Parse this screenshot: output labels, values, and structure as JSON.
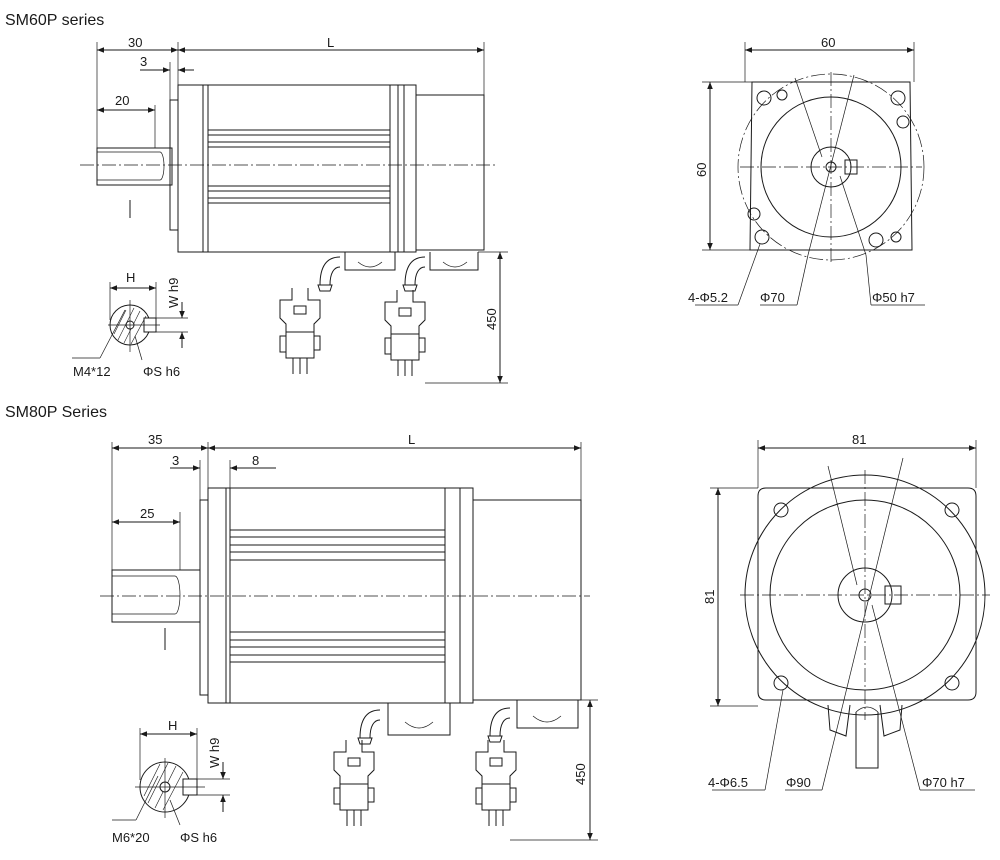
{
  "sm60": {
    "title": "SM60P series",
    "side": {
      "d30": "30",
      "dL": "L",
      "d3": "3",
      "d20": "20",
      "d450": "450"
    },
    "shaft": {
      "H": "H",
      "W": "W h9",
      "M": "M4*12",
      "S": "ΦS h6"
    },
    "front": {
      "w": "60",
      "h": "60",
      "holes": "4-Φ5.2",
      "pcd": "Φ70",
      "pilot": "Φ50 h7"
    }
  },
  "sm80": {
    "title": "SM80P Series",
    "side": {
      "d35": "35",
      "dL": "L",
      "d3": "3",
      "d8": "8",
      "d25": "25",
      "d450": "450"
    },
    "shaft": {
      "H": "H",
      "W": "W h9",
      "M": "M6*20",
      "S": "ΦS h6"
    },
    "front": {
      "w": "81",
      "h": "81",
      "holes": "4-Φ6.5",
      "pcd": "Φ90",
      "pilot": "Φ70 h7"
    }
  }
}
